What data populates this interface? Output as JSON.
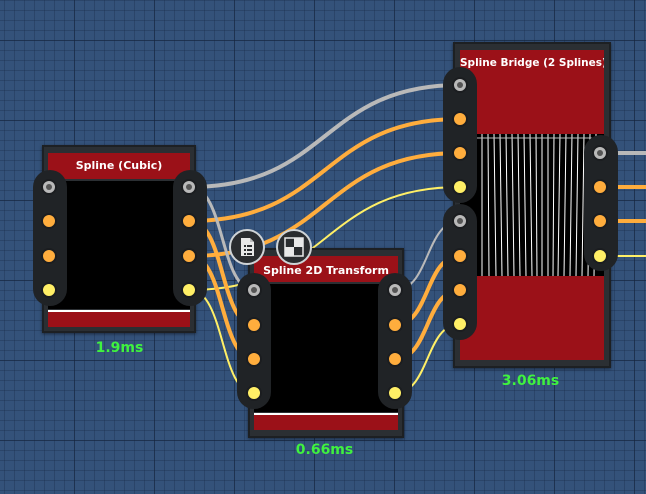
{
  "nodes": {
    "spline_cubic": {
      "title": "Spline (Cubic)",
      "timing": "1.9ms"
    },
    "spline_2d_transform": {
      "title": "Spline 2D Transform",
      "timing": "0.66ms"
    },
    "spline_bridge": {
      "title": "Spline Bridge (2 Splines)",
      "timing": "3.06ms"
    }
  },
  "toolbar": {
    "icons": [
      "document-icon",
      "checker-icon"
    ]
  },
  "colors": {
    "title_bar": "#9b1118",
    "port_orange": "#ffad3d",
    "port_yellow": "#ffef66",
    "port_gray": "#b9b9b9",
    "timing_text": "#3ff23f"
  }
}
